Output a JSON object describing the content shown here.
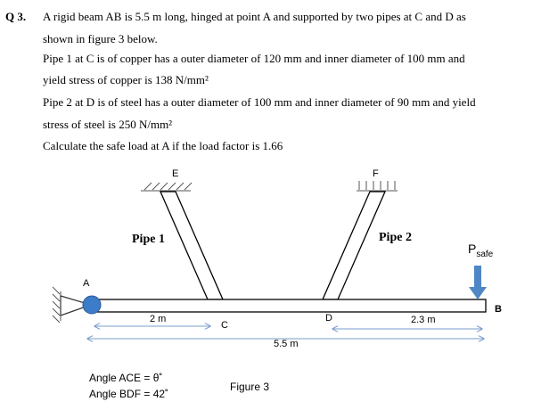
{
  "question": {
    "number": "Q 3.",
    "lines": [
      "A rigid beam AB is 5.5 m long, hinged at point A and supported by two pipes at C and D as",
      "shown in figure 3 below.",
      "Pipe 1 at C is of copper has a outer diameter of 120 mm and inner diameter of 100 mm and",
      "yield stress of copper is 138 N/mm²",
      "Pipe 2 at D is of steel has a outer diameter of 100 mm and inner diameter of 90 mm and yield",
      "stress of steel is 250 N/mm²",
      "Calculate the safe load at A if the load factor is 1.66"
    ]
  },
  "figure": {
    "labels": {
      "E": "E",
      "F": "F",
      "A": "A",
      "B": "B",
      "C": "C",
      "D": "D",
      "pipe1": "Pipe 1",
      "pipe2": "Pipe 2",
      "p": "P",
      "p_sub": "safe",
      "dim_2m": "2 m",
      "dim_23m": "2.3 m",
      "dim_55m": "5.5 m",
      "angle_ace": "Angle ACE = θ˚",
      "angle_bdf": "Angle BDF = 42˚",
      "caption": "Figure 3"
    },
    "colors": {
      "beam_fill": "#ffffff",
      "hinge": "#3d7cc9",
      "load_arrow": "#4f86c6",
      "dimension": "#7a9ccc",
      "stroke": "#000000",
      "hatch": "#555555"
    }
  }
}
